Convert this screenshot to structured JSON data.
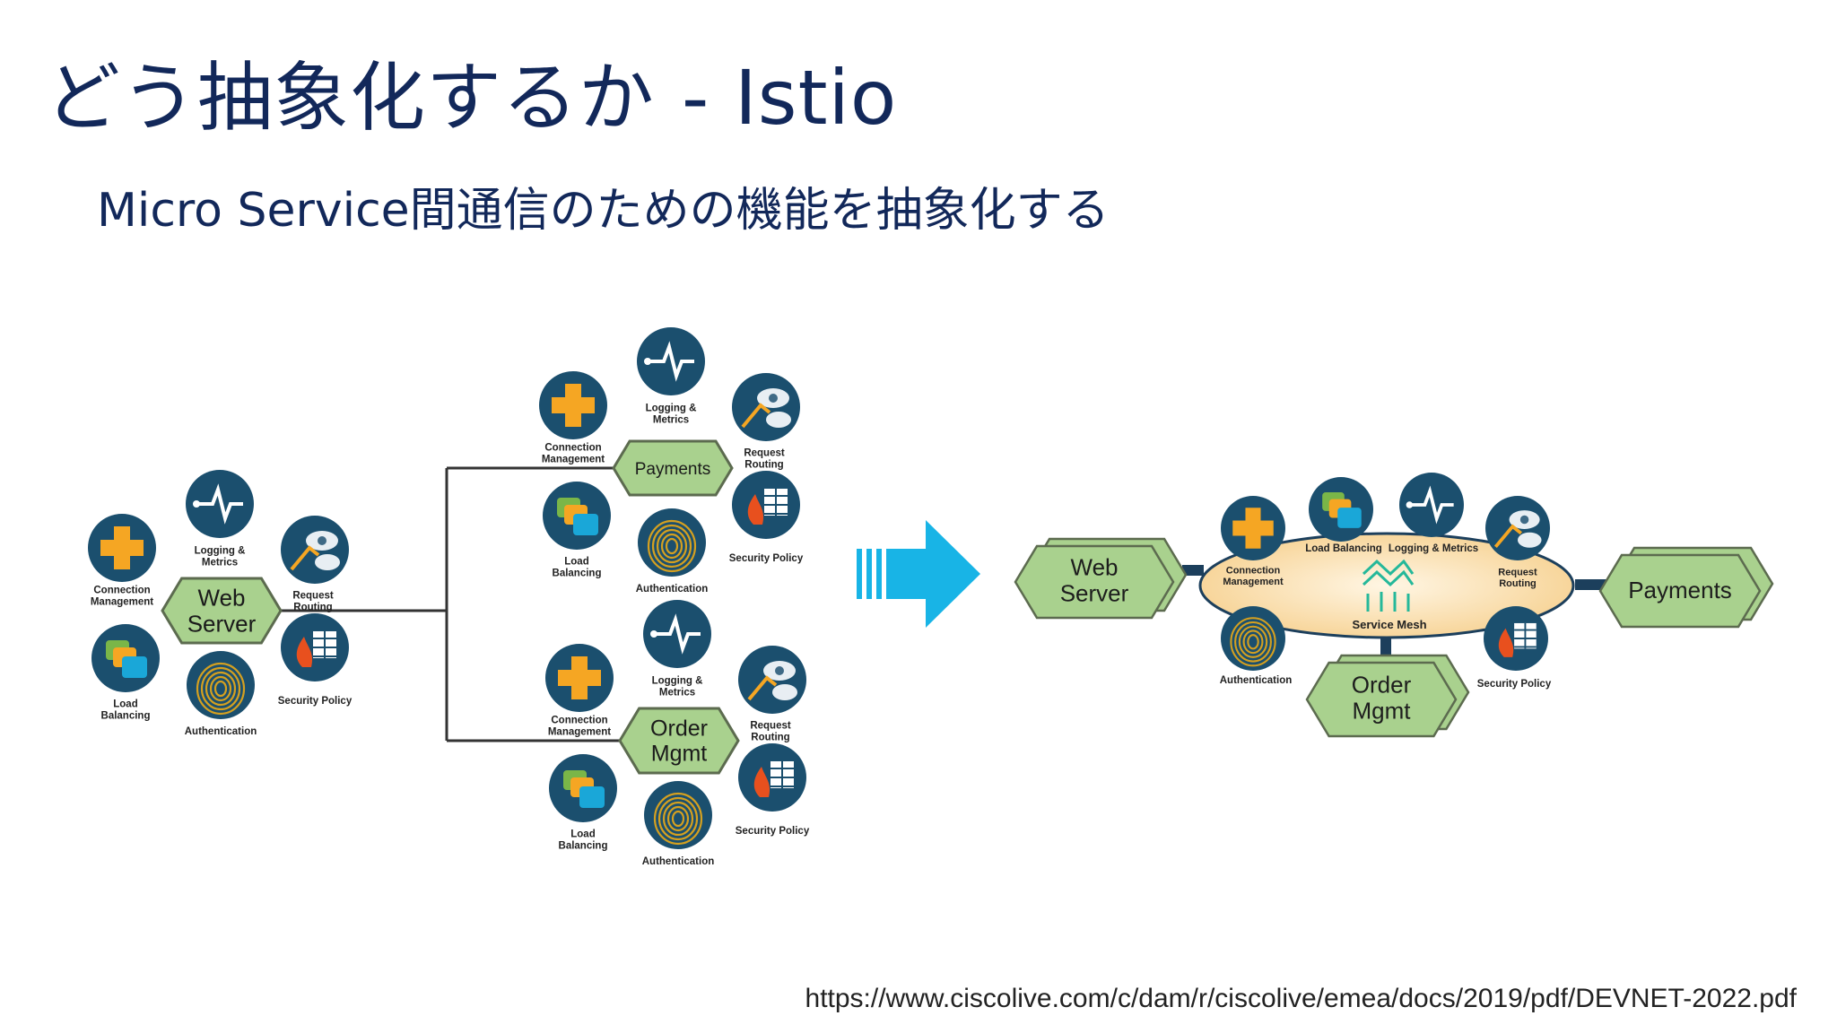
{
  "slide": {
    "title_jp": "どう抽象化するか",
    "title_suffix": "- Istio",
    "subtitle": "Micro Service間通信のための機能を抽象化する"
  },
  "before": {
    "clusters": [
      {
        "id": "web",
        "service_lines": [
          "Web",
          "Server"
        ]
      },
      {
        "id": "pay",
        "service_lines": [
          "Payments"
        ]
      },
      {
        "id": "ord",
        "service_lines": [
          "Order",
          "Mgmt"
        ]
      }
    ],
    "features": {
      "connection": [
        "Connection",
        "Management"
      ],
      "logging": [
        "Logging &",
        "Metrics"
      ],
      "routing": [
        "Request",
        "Routing"
      ],
      "load": [
        "Load",
        "Balancing"
      ],
      "auth": [
        "Authentication"
      ],
      "security": [
        "Security Policy"
      ]
    }
  },
  "after": {
    "web_service_lines": [
      "Web",
      "Server"
    ],
    "payments_label": "Payments",
    "order_lines": [
      "Order",
      "Mgmt"
    ],
    "mesh_label": "Service Mesh",
    "connection_lines": [
      "Connection",
      "Management"
    ],
    "load_label": "Load Balancing",
    "logging_label": "Logging & Metrics",
    "routing_lines": [
      "Request",
      "Routing"
    ],
    "auth_label": "Authentication",
    "security_label": "Security Policy"
  },
  "colors": {
    "hexagon_fill": "#a9d18e",
    "hexagon_stroke": "#5c6b4f",
    "icon_circle": "#1b4f6e",
    "icon_orange": "#f5a623",
    "mesh_fill": "#fbe3b4",
    "arrow_blue": "#18b4e6",
    "connector": "#333333"
  },
  "source_url": "https://www.ciscolive.com/c/dam/r/ciscolive/emea/docs/2019/pdf/DEVNET-2022.pdf"
}
